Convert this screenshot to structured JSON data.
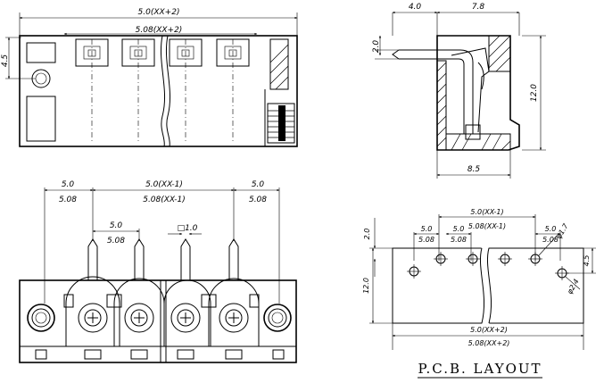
{
  "top_front": {
    "overall_dim_1": "5.0(XX+2)",
    "overall_dim_2": "5.08(XX+2)",
    "height_dim": "4.5"
  },
  "side_view": {
    "dim_top_left": "4.0",
    "dim_top_right": "7.8",
    "dim_pin": "2.0",
    "dim_height": "12.0",
    "dim_bottom": "8.5"
  },
  "bottom_front": {
    "dim_left_1": "5.0",
    "dim_left_2": "5.08",
    "dim_mid_1": "5.0(XX-1)",
    "dim_mid_2": "5.08(XX-1)",
    "dim_right_1": "5.0",
    "dim_right_2": "5.08",
    "dim_pitch_1": "5.0",
    "dim_pitch_2": "5.08",
    "dim_pin_square": "□1.0"
  },
  "pcb_layout": {
    "title": "P.C.B.  LAYOUT",
    "dim_top_1": "5.0(XX-1)",
    "dim_top_2": "5.08(XX-1)",
    "dim_left_a_1": "5.0",
    "dim_left_a_2": "5.08",
    "dim_left_b_1": "5.0",
    "dim_left_b_2": "5.08",
    "dim_right_1": "5.0",
    "dim_right_2": "5.08",
    "dim_v_top": "2.0",
    "dim_v_height": "12.0",
    "dim_hole_large": "φ1.7",
    "dim_hole_small": "φ2.4",
    "dim_v_right": "4.5",
    "dim_bottom_1": "5.0(XX+2)",
    "dim_bottom_2": "5.08(XX+2)"
  }
}
